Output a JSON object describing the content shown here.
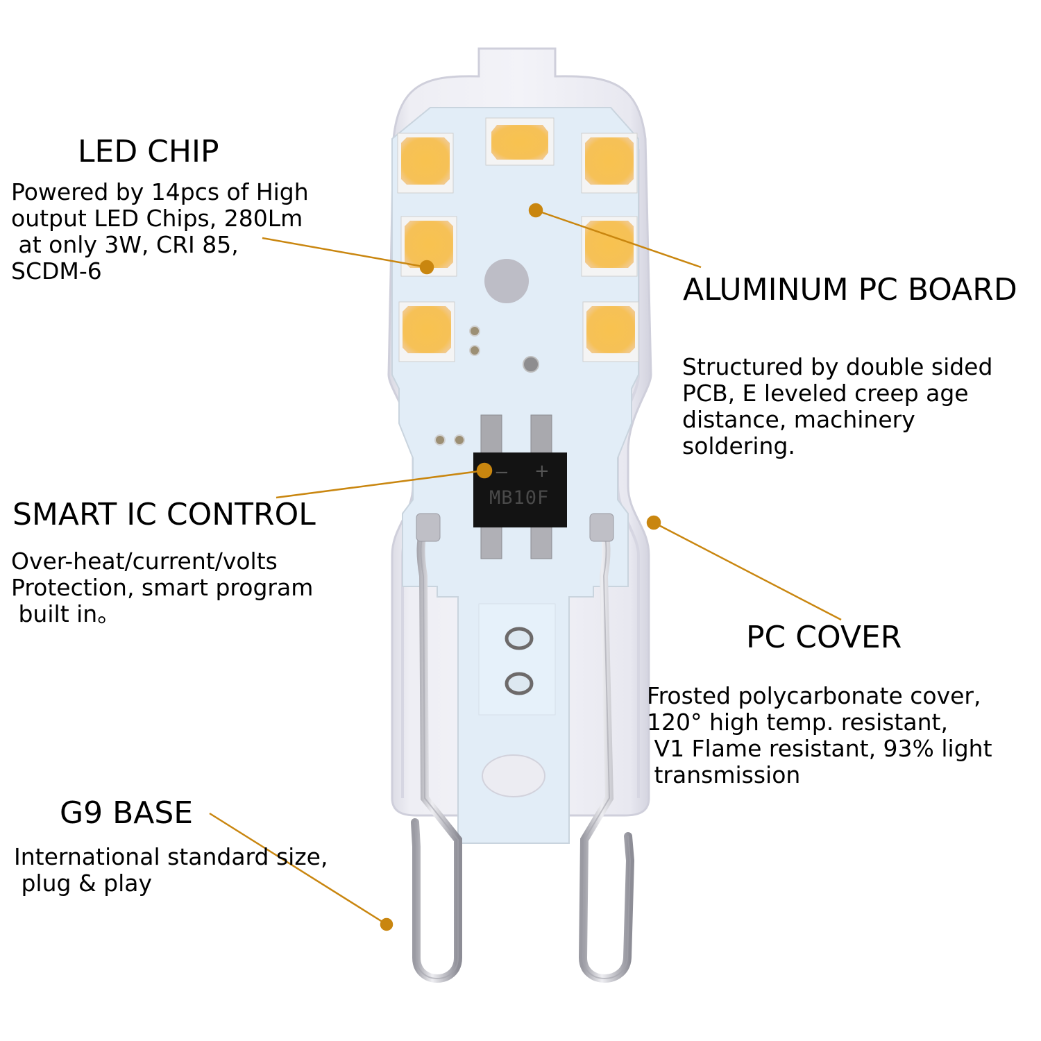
{
  "image": {
    "subject": "G9 LED bulb annotated diagram",
    "accent_color": "#c9860f",
    "led_color": "#f7c04e",
    "pcb_color": "#e2edf7"
  },
  "callouts": {
    "led_chip": {
      "title": "LED CHIP",
      "description": "Powered by 14pcs of High\noutput LED Chips, 280Lm\n at only 3W, CRI 85,\nSCDM-6"
    },
    "aluminum_pc_board": {
      "title": "ALUMINUM PC BOARD",
      "description": "Structured by double sided\nPCB, E leveled creep age\ndistance, machinery\nsoldering."
    },
    "smart_ic_control": {
      "title": "SMART IC CONTROL",
      "description": "Over-heat/current/volts\nProtection, smart program\n built in。"
    },
    "pc_cover": {
      "title": "PC COVER",
      "description": "Frosted polycarbonate cover,\n120° high temp. resistant,\n V1 Flame resistant, 93% light\n transmission"
    },
    "g9_base": {
      "title": "G9 BASE",
      "description": "International standard size,\n plug & play"
    }
  },
  "chip": {
    "marking": "MB10F",
    "minus": "−",
    "plus": "+"
  }
}
